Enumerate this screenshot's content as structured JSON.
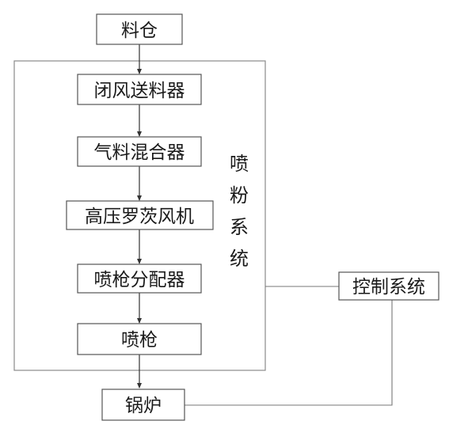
{
  "diagram": {
    "nodes": {
      "silo": "料仓",
      "airlock_feeder": "闭风送料器",
      "air_material_mixer": "气料混合器",
      "roots_blower": "高压罗茨风机",
      "nozzle_distributor": "喷枪分配器",
      "nozzle": "喷枪",
      "boiler": "锅炉",
      "control_system": "控制系统"
    },
    "group_label": [
      "喷",
      "粉",
      "系",
      "统"
    ]
  }
}
